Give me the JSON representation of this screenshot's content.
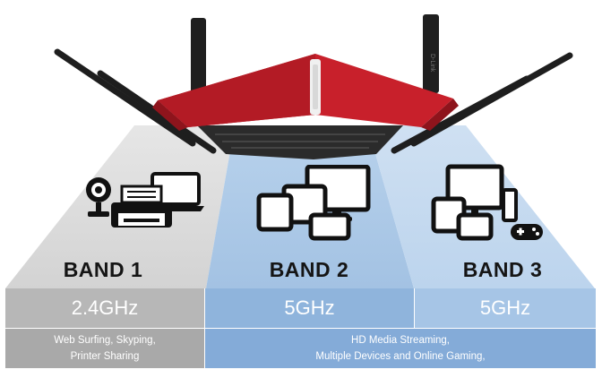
{
  "bands": [
    {
      "title": "BAND 1",
      "frequency": "2.4GHz",
      "use_lines": [
        "Web Surfing, Skyping,",
        "Printer Sharing"
      ]
    },
    {
      "title": "BAND 2",
      "frequency": "5GHz"
    },
    {
      "title": "BAND 3",
      "frequency": "5GHz"
    }
  ],
  "shared_use_lines": [
    "HD Media Streaming,",
    "Multiple Devices and Online Gaming,"
  ],
  "colors": {
    "band1_panel": "#d9d9d9",
    "band1_strip": "#b7b7b7",
    "band1_desc": "#a9a9a9",
    "band2_panel": "#a9c7e5",
    "band2_strip": "#8fb4dc",
    "band3_panel": "#c3d8ee",
    "band3_strip": "#a6c5e6",
    "desc_blue": "#84abd8",
    "router_red": "#c8202b",
    "router_dark": "#2a2a2a"
  },
  "icons": [
    "router-icon",
    "webcam-icon",
    "printer-icon",
    "laptop-icon",
    "tablet-icon",
    "monitor-icon",
    "phone-icon",
    "gamepad-icon"
  ]
}
